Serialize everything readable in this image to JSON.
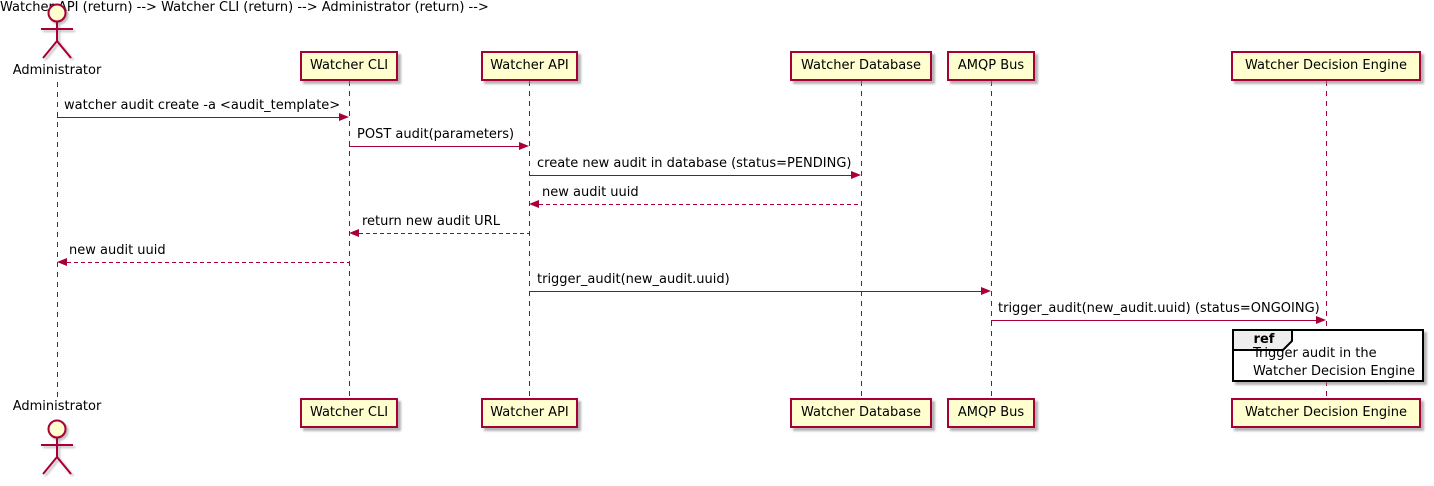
{
  "diagram_type": "sequence-diagram",
  "colors": {
    "accent": "#A80036",
    "participant_fill": "#FEFECE",
    "ref_fill": "#FFFFFF",
    "ref_tab_fill": "#EEEEEE",
    "text": "#000000",
    "background": "#FFFFFF"
  },
  "actor": {
    "label": "Administrator"
  },
  "participants": [
    {
      "id": "watcher-cli",
      "label": "Watcher CLI"
    },
    {
      "id": "watcher-api",
      "label": "Watcher API"
    },
    {
      "id": "watcher-database",
      "label": "Watcher Database"
    },
    {
      "id": "amqp-bus",
      "label": "AMQP Bus"
    },
    {
      "id": "watcher-decision-engine",
      "label": "Watcher Decision Engine"
    }
  ],
  "messages": [
    {
      "from": "Administrator",
      "to": "Watcher CLI",
      "style": "solid",
      "label": "watcher audit create -a <audit_template>"
    },
    {
      "from": "Watcher CLI",
      "to": "Watcher API",
      "style": "solid",
      "label": "POST audit(parameters)"
    },
    {
      "from": "Watcher API",
      "to": "Watcher Database",
      "style": "solid",
      "label": "create new audit in database (status=PENDING)"
    },
    {
      "from": "Watcher Database",
      "to": "Watcher API",
      "style": "dashed",
      "label": "new audit uuid"
    },
    {
      "from": "Watcher API",
      "to": "Watcher CLI",
      "style": "dashed",
      "label": "return new audit URL"
    },
    {
      "from": "Watcher CLI",
      "to": "Administrator",
      "style": "dashed",
      "label": "new audit uuid"
    },
    {
      "from": "Watcher API",
      "to": "AMQP Bus",
      "style": "solid",
      "label": "trigger_audit(new_audit.uuid)"
    },
    {
      "from": "AMQP Bus",
      "to": "Watcher Decision Engine",
      "style": "solid",
      "label": "trigger_audit(new_audit.uuid) (status=ONGOING)"
    }
  ],
  "ref": {
    "keyword": "ref",
    "line1": "Trigger audit in the",
    "line2": "Watcher Decision Engine"
  }
}
